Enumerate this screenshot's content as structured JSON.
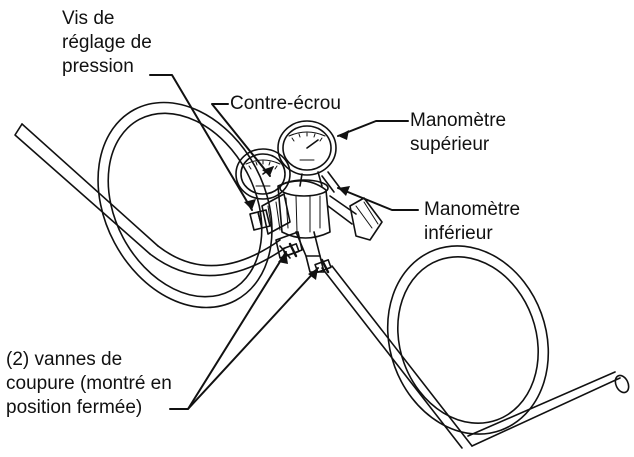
{
  "labels": {
    "adjust_screw": [
      "Vis de",
      "réglage de",
      "pression"
    ],
    "lock_nut": "Contre-écrou",
    "upper_gauge": [
      "Manomètre",
      "supérieur"
    ],
    "lower_gauge": [
      "Manomètre",
      "inférieur"
    ],
    "shutoff_valves": [
      "(2) vannes de",
      "coupure (montré en",
      "position fermée)"
    ]
  },
  "colors": {
    "ink": "#111111",
    "background": "#ffffff"
  }
}
